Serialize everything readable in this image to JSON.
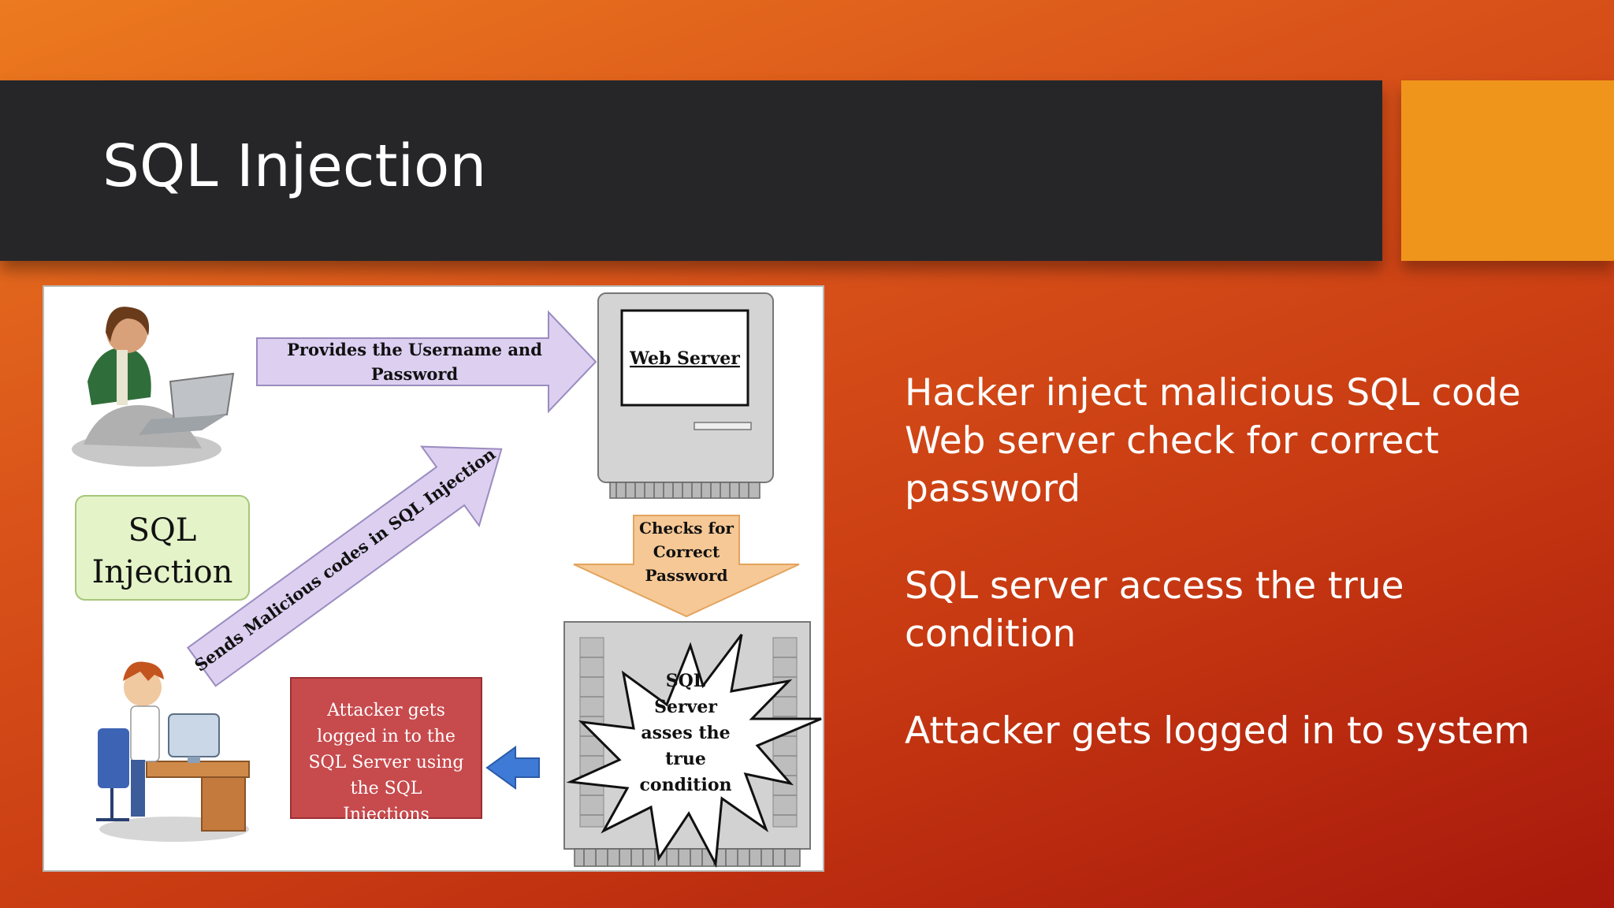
{
  "slide": {
    "title": "SQL Injection",
    "accent_color": "#f0951c",
    "title_bar_color": "#262629"
  },
  "diagram": {
    "arrow_top_label_1": "Provides the Username and",
    "arrow_top_label_2": "Password",
    "web_server_label": "Web  Server",
    "sql_injection_box_1": "SQL",
    "sql_injection_box_2": "Injection",
    "diagonal_arrow_label": "Sends Malicious codes in SQL Injection",
    "checks_label_1": "Checks for",
    "checks_label_2": "Correct",
    "checks_label_3": "Password",
    "sql_server_label_1": "SQL",
    "sql_server_label_2": "Server",
    "sql_server_label_3": "asses the",
    "sql_server_label_4": "true",
    "sql_server_label_5": "condition",
    "attacker_box_1": "Attacker gets",
    "attacker_box_2": "logged in to the",
    "attacker_box_3": "SQL Server using",
    "attacker_box_4": "the SQL",
    "attacker_box_5": "Injections"
  },
  "bullets": [
    {
      "lines": [
        "Hacker inject malicious SQL code",
        "Web server check for correct",
        "password"
      ]
    },
    {
      "lines": [
        "SQL server access the true",
        "condition"
      ]
    },
    {
      "lines": [
        "Attacker gets logged in to system"
      ]
    }
  ]
}
